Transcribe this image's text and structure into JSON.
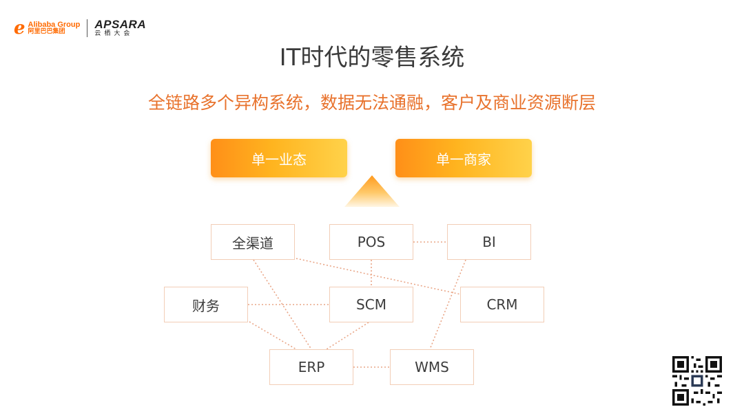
{
  "header": {
    "alibaba_mark": "e",
    "alibaba_name": "Alibaba Group",
    "alibaba_cn": "阿里巴巴集团",
    "apsara_name": "APSARA",
    "apsara_cn": "云栖大会"
  },
  "slide": {
    "title": "IT时代的零售系统",
    "subtitle": "全链路多个异构系统，数据无法通融，客户及商业资源断层",
    "highlights": [
      "单一业态",
      "单一商家"
    ]
  },
  "systems": {
    "qudao": "全渠道",
    "pos": "POS",
    "bi": "BI",
    "caiwu": "财务",
    "scm": "SCM",
    "crm": "CRM",
    "erp": "ERP",
    "wms": "WMS"
  },
  "colors": {
    "accent": "#e8722c",
    "pill_start": "#ff8f18",
    "pill_end": "#ffd24a",
    "node_border": "#f2cdb6",
    "connector": "#e9a586"
  }
}
